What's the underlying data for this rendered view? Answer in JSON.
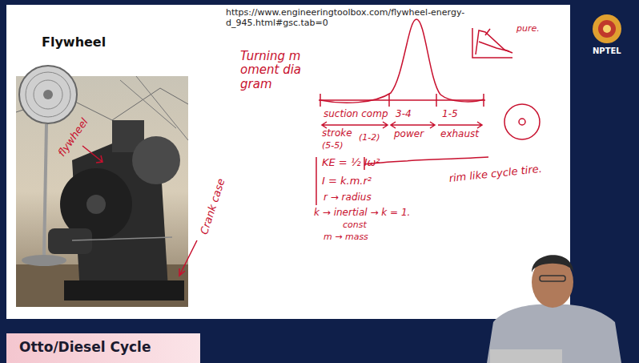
{
  "diagram": {
    "title": "Flywheel",
    "caption": "Otto/Diesel Cycle",
    "labels": [
      "https://www.engineeringtoolbox.com/flywheel-energy-d_945.html#gsc.tab=0",
      "NPTEL",
      "Turning moment diagram",
      "suction comp",
      "3-4",
      "1-5",
      "stroke",
      "(5-5)",
      "(1-2)",
      "power",
      "exhaust",
      "pure.",
      "flywheel",
      "Crank case",
      "KE = ½ Iω²",
      "I = k.m.r²",
      "r → radius",
      "k → inertial → k = 1.",
      "const",
      "m → mass",
      "rim like cycle tire."
    ]
  }
}
